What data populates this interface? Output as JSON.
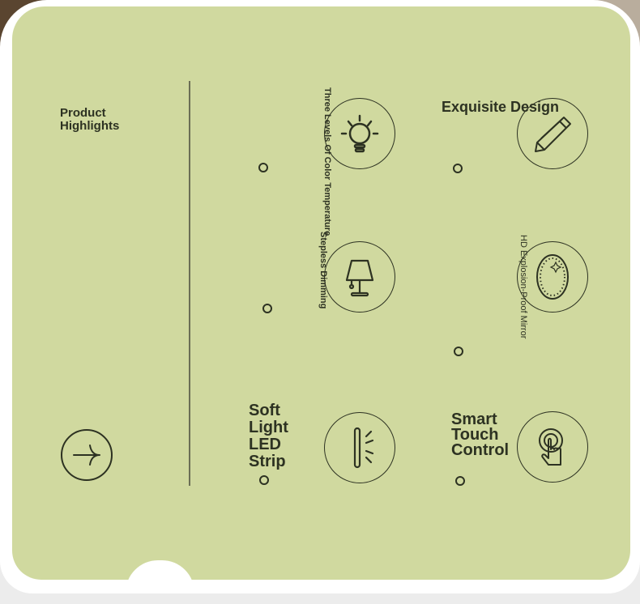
{
  "section_title": "Product Highlights",
  "features": [
    {
      "label": "Three Levels Of Color Temperature",
      "icon": "light-bulb-icon"
    },
    {
      "label": "Exquisite Design",
      "icon": "pencil-icon"
    },
    {
      "label": "Stepless Dimming",
      "icon": "table-lamp-icon"
    },
    {
      "label": "HD Explosion-Proof Mirror",
      "icon": "mirror-icon"
    },
    {
      "label": "Soft Light LED Strip",
      "icon": "led-strip-icon"
    },
    {
      "label": "Smart Touch Control",
      "icon": "touch-hand-icon"
    }
  ],
  "next_button_icon": "arrow-right-icon",
  "colors": {
    "panel": "#d0d99f",
    "text": "#2d3222"
  }
}
